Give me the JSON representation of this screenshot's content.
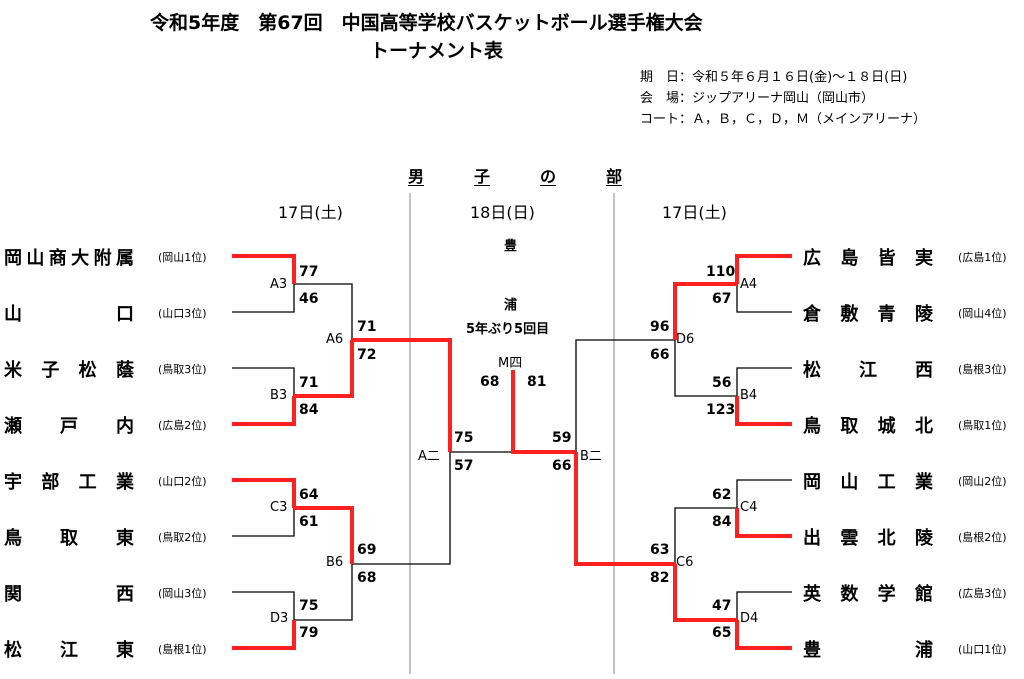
{
  "header": {
    "title_main": "令和5年度　第67回　中国高等学校バスケットボール選手権大会",
    "title_sub": "トーナメント表",
    "info_date": "期　日：令和５年６月１６日(金)～１８日(日)",
    "info_venue": "会　場：ジップアリーナ岡山（岡山市）",
    "info_court": "コート：Ａ，Ｂ，Ｃ，Ｄ，Ｍ（メインアリーナ）"
  },
  "section_title": [
    "男",
    "子",
    "の",
    "部"
  ],
  "days": {
    "left": "17日(土)",
    "center": "18日(日)",
    "right": "17日(土)"
  },
  "left_teams": [
    {
      "chars": [
        "岡",
        "山",
        "商",
        "大",
        "附",
        "属"
      ],
      "tag": "(岡山1位)"
    },
    {
      "chars": [
        "山",
        "口"
      ],
      "tag": "(山口3位)"
    },
    {
      "chars": [
        "米",
        "子",
        "松",
        "蔭"
      ],
      "tag": "(鳥取3位)"
    },
    {
      "chars": [
        "瀬",
        "戸",
        "内"
      ],
      "tag": "(広島2位)"
    },
    {
      "chars": [
        "宇",
        "部",
        "工",
        "業"
      ],
      "tag": "(山口2位)"
    },
    {
      "chars": [
        "鳥",
        "取",
        "東"
      ],
      "tag": "(鳥取2位)"
    },
    {
      "chars": [
        "関",
        "西"
      ],
      "tag": "(岡山3位)"
    },
    {
      "chars": [
        "松",
        "江",
        "東"
      ],
      "tag": "(島根1位)"
    }
  ],
  "right_teams": [
    {
      "chars": [
        "広",
        "島",
        "皆",
        "実"
      ],
      "tag": "(広島1位)"
    },
    {
      "chars": [
        "倉",
        "敷",
        "青",
        "陵"
      ],
      "tag": "(岡山4位)"
    },
    {
      "chars": [
        "松",
        "江",
        "西"
      ],
      "tag": "(島根3位)"
    },
    {
      "chars": [
        "鳥",
        "取",
        "城",
        "北"
      ],
      "tag": "(鳥取1位)"
    },
    {
      "chars": [
        "岡",
        "山",
        "工",
        "業"
      ],
      "tag": "(岡山2位)"
    },
    {
      "chars": [
        "出",
        "雲",
        "北",
        "陵"
      ],
      "tag": "(島根2位)"
    },
    {
      "chars": [
        "英",
        "数",
        "学",
        "館"
      ],
      "tag": "(広島3位)"
    },
    {
      "chars": [
        "豊",
        "浦"
      ],
      "tag": "(山口1位)"
    }
  ],
  "games": {
    "A3": {
      "id": "A3",
      "top": "77",
      "bottom": "46"
    },
    "B3": {
      "id": "B3",
      "top": "71",
      "bottom": "84"
    },
    "C3": {
      "id": "C3",
      "top": "64",
      "bottom": "61"
    },
    "D3": {
      "id": "D3",
      "top": "75",
      "bottom": "79"
    },
    "A4": {
      "id": "A4",
      "top": "110",
      "bottom": "67"
    },
    "B4": {
      "id": "B4",
      "top": "56",
      "bottom": "123"
    },
    "C4": {
      "id": "C4",
      "top": "62",
      "bottom": "84"
    },
    "D4": {
      "id": "D4",
      "top": "47",
      "bottom": "65"
    },
    "A6": {
      "id": "A6",
      "top": "71",
      "bottom": "72"
    },
    "B6": {
      "id": "B6",
      "top": "69",
      "bottom": "68"
    },
    "D6": {
      "id": "D6",
      "top": "96",
      "bottom": "66"
    },
    "C6": {
      "id": "C6",
      "top": "63",
      "bottom": "82"
    },
    "A2": {
      "id": "A二",
      "top": "75",
      "bottom": "57"
    },
    "B2": {
      "id": "B二",
      "top": "59",
      "bottom": "66"
    },
    "M4": {
      "id": "M四",
      "left": "68",
      "right": "81"
    }
  },
  "champion": {
    "name_chars": [
      "豊",
      "浦"
    ],
    "note": "5年ぶり5回目"
  },
  "colors": {
    "winner_line": "#ff2020",
    "line": "#000000"
  }
}
